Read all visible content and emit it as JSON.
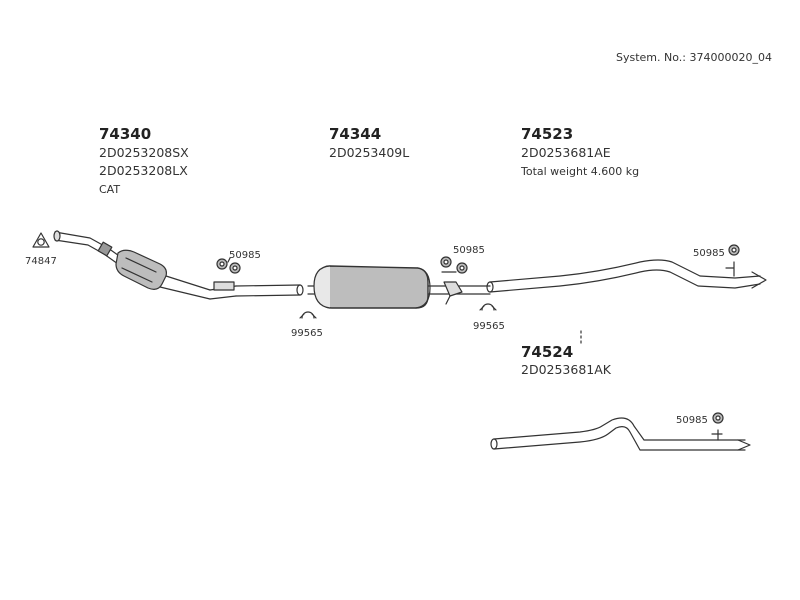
{
  "header": {
    "system_no": "System. No.: 374000020_04"
  },
  "groups": [
    {
      "part": "74340",
      "codes": [
        "2D0253208SX",
        "2D0253208LX"
      ],
      "note": "CAT"
    },
    {
      "part": "74344",
      "codes": [
        "2D0253409L"
      ]
    },
    {
      "part": "74523",
      "codes": [
        "2D0253681AE"
      ],
      "note": "Total weight 4.600 kg"
    },
    {
      "part": "74524",
      "codes": [
        "2D0253681AK"
      ]
    }
  ],
  "labels": {
    "gasket": "74847",
    "hanger_1": "50985",
    "hanger_2": "50985",
    "hanger_3": "50985",
    "hanger_4": "50985",
    "clamp_1": "99565",
    "clamp_2": "99565"
  },
  "colors": {
    "line": "#333333",
    "fill": "#bdbdbd",
    "text": "#333333"
  }
}
